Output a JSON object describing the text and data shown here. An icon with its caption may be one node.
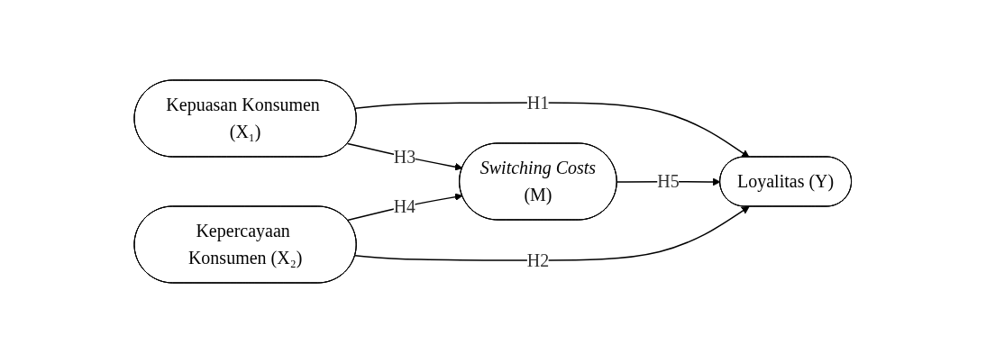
{
  "diagram": {
    "nodes": [
      {
        "text": [
          "Kepuasan Konsumen (X₁)"
        ]
      },
      {
        "text": [
          "Kepercayaan Konsumen (X₂)"
        ]
      },
      {
        "text": [
          "Switching Costs",
          "(M)"
        ]
      },
      {
        "text": [
          "Loyalitas (Y)"
        ]
      }
    ],
    "edges": [
      {
        "from": 0,
        "to": 3,
        "arrow": "to",
        "label": "H1"
      },
      {
        "from": 0,
        "to": 2,
        "arrow": "to",
        "label": "H3"
      },
      {
        "from": 1,
        "to": 2,
        "arrow": "to",
        "label": "H4"
      },
      {
        "from": 1,
        "to": 3,
        "arrow": "to",
        "label": "H2"
      },
      {
        "from": 2,
        "to": 3,
        "arrow": "to",
        "label": "H5"
      }
    ]
  }
}
